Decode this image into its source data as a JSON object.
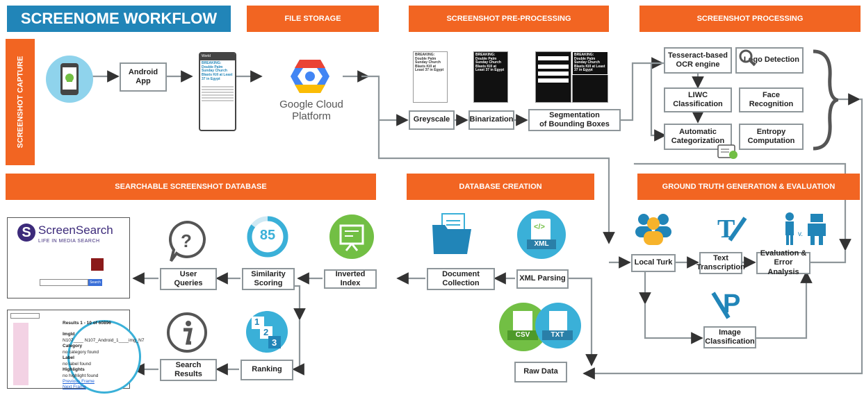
{
  "colors": {
    "orange": "#f26522",
    "blue": "#2185b8",
    "teal": "#3ab0d8",
    "green": "#72bf44",
    "dark": "#555555",
    "line": "#8e969a"
  },
  "banners": {
    "title": "SCREENOME WORKFLOW",
    "file_storage": "FILE STORAGE",
    "preprocessing": "SCREENSHOT PRE-PROCESSING",
    "processing": "SCREENSHOT PROCESSING",
    "capture": "SCREENSHOT CAPTURE",
    "searchable_db": "SEARCHABLE SCREENSHOT DATABASE",
    "db_creation": "DATABASE CREATION",
    "ground_truth": "GROUND TRUTH GENERATION & EVALUATION"
  },
  "nodes": {
    "android_app": "Android\nApp",
    "gcp": "Google Cloud Platform",
    "greyscale": "Greyscale",
    "binarization": "Binarization",
    "segmentation": "Segmentation\nof Bounding Boxes",
    "ocr": "Tesseract-based\nOCR engine",
    "logo": "Logo Detection",
    "liwc": "LIWC Classification",
    "face": "Face Recognition",
    "autocat": "Automatic\nCategorization",
    "entropy": "Entropy\nComputation",
    "local_turk": "Local Turk",
    "text_transcription": "Text\nTranscription",
    "evaluation": "Evaluation &\nError Analysis",
    "image_classification": "Image\nClassification",
    "user_queries": "User\nQueries",
    "similarity": "Similarity\nScoring",
    "inverted_index": "Inverted Index",
    "document_collection": "Document\nCollection",
    "xml_parsing": "XML Parsing",
    "search_results": "Search\nResults",
    "ranking": "Ranking",
    "raw_data": "Raw Data"
  },
  "icons": {
    "score": "85",
    "xml": "XML",
    "csv": "CSV",
    "txt": "TXT",
    "ranking_1": "1",
    "ranking_2": "2",
    "ranking_3": "3"
  },
  "phone": {
    "header": "World",
    "headline": "BREAKING: Double Palm Sunday Church Blasts Kill at Least 37 in Egypt"
  },
  "screensearch": {
    "name": "ScreenSearch",
    "tagline": "LIFE IN MEDIA SEARCH",
    "button": "Search"
  },
  "result_panel": {
    "results": "Results 1 - 10 of 60896",
    "imgid_label": "ImgId",
    "imgid_value": "N107____ N107_Android_1____img_N7",
    "category_label": "Category",
    "category_value": "no category found",
    "label_label": "Label",
    "label_value": "no label found",
    "highlights_label": "Highlights",
    "highlights_value": "no highlight found",
    "prev": "Previous Frame",
    "next": "Next Frame"
  }
}
